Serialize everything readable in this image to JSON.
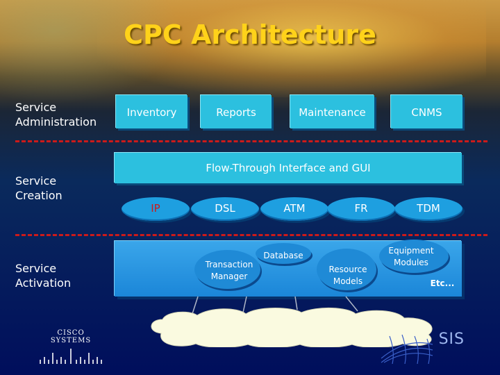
{
  "title": "CPC Architecture",
  "layers": {
    "administration": "Service Administration",
    "creation": "Service Creation",
    "activation": "Service Activation"
  },
  "admin_boxes": [
    "Inventory",
    "Reports",
    "Maintenance",
    "CNMS"
  ],
  "flow_through": "Flow-Through Interface and GUI",
  "protocols": [
    "IP",
    "DSL",
    "ATM",
    "FR",
    "TDM"
  ],
  "activation_modules": {
    "transaction_manager": "Transaction Manager",
    "database": "Database",
    "resource_models": "Resource Models",
    "equipment_modules": "Equipment Modules",
    "etc": "Etc..."
  },
  "logos": {
    "cisco": "CISCO SYSTEMS",
    "right_fragment": "SIS"
  },
  "colors": {
    "title": "#ffd21a",
    "box": "#2cc0df",
    "protocol": "#1e9fe0",
    "divider": "#cc1a1a",
    "protocol_text_ip": "#cc1a1a"
  }
}
